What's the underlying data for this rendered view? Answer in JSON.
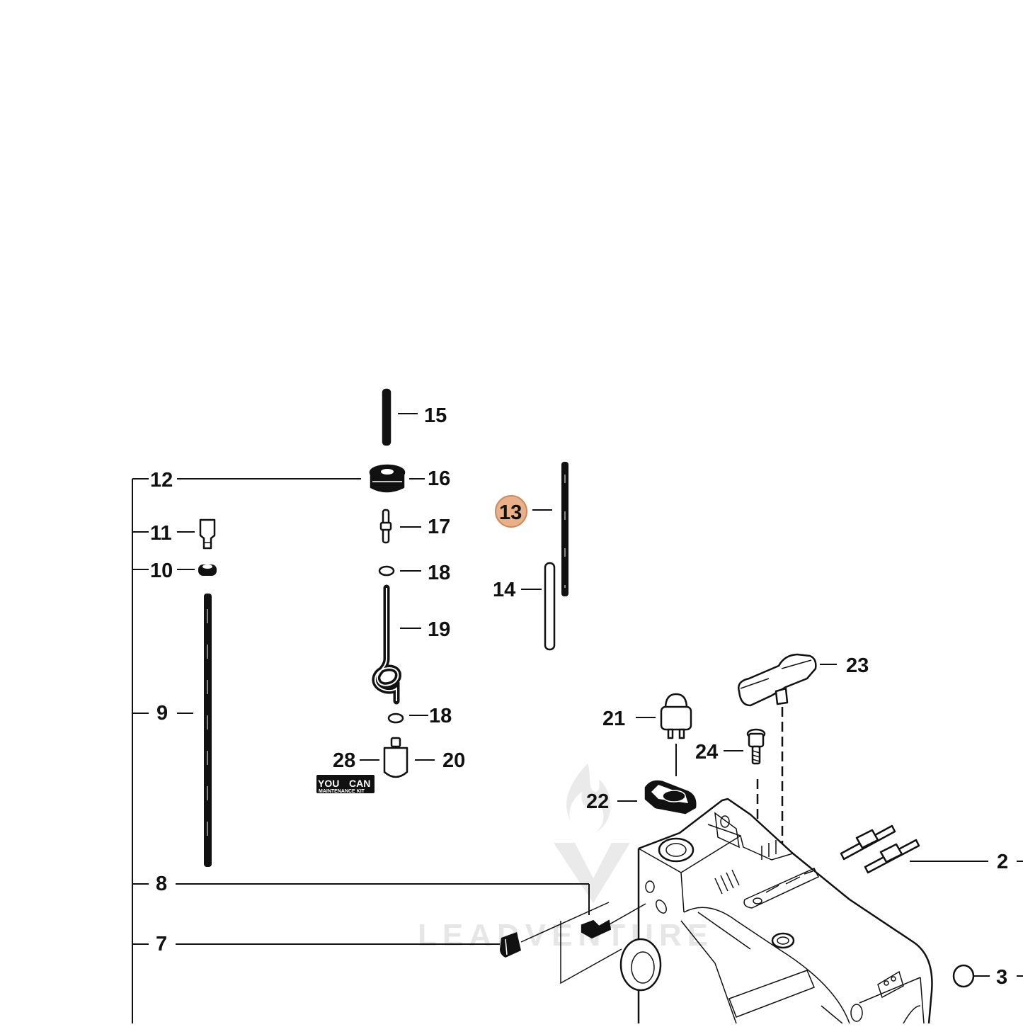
{
  "labels": [
    {
      "id": "15",
      "text": "15"
    },
    {
      "id": "12",
      "text": "12"
    },
    {
      "id": "16",
      "text": "16"
    },
    {
      "id": "13",
      "text": "13",
      "highlight": "#e9b08a"
    },
    {
      "id": "11",
      "text": "11"
    },
    {
      "id": "17",
      "text": "17"
    },
    {
      "id": "10",
      "text": "10"
    },
    {
      "id": "18a",
      "text": "18"
    },
    {
      "id": "14",
      "text": "14"
    },
    {
      "id": "19",
      "text": "19"
    },
    {
      "id": "23",
      "text": "23"
    },
    {
      "id": "9",
      "text": "9"
    },
    {
      "id": "18b",
      "text": "18"
    },
    {
      "id": "21",
      "text": "21"
    },
    {
      "id": "24",
      "text": "24"
    },
    {
      "id": "28",
      "text": "28"
    },
    {
      "id": "20",
      "text": "20"
    },
    {
      "id": "22",
      "text": "22"
    },
    {
      "id": "2",
      "text": "2"
    },
    {
      "id": "8",
      "text": "8"
    },
    {
      "id": "7",
      "text": "7"
    },
    {
      "id": "3",
      "text": "3"
    }
  ],
  "kit_logo": {
    "line1_left": "YOU",
    "line1_right": "CAN",
    "line2": "MAINTENANCE KIT"
  },
  "watermark": {
    "text": "LEADVENTURE"
  },
  "colors": {
    "ink": "#111111",
    "highlight_fill": "#e9b08a",
    "highlight_stroke": "#c98a5c"
  }
}
